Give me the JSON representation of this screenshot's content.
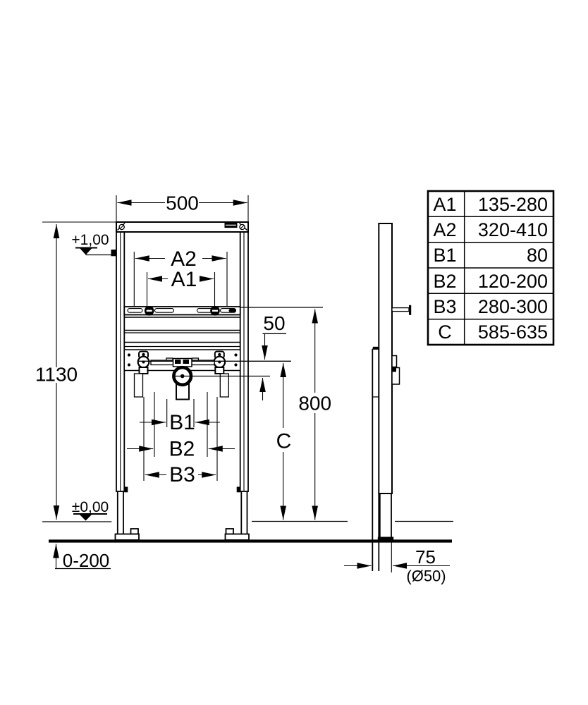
{
  "dims": {
    "width": "500",
    "height": "1130",
    "a2": "A2",
    "a1": "A1",
    "fifty": "50",
    "eight_hundred": "800",
    "b1": "B1",
    "b2": "B2",
    "b3": "B3",
    "c": "C",
    "level_top": "+1,00",
    "level_zero": "±0,00",
    "floor_range": "0-200",
    "wall_offset": "75",
    "pipe_dia": "(Ø50)"
  },
  "table": {
    "rows": [
      {
        "label": "A1",
        "value": "135-280"
      },
      {
        "label": "A2",
        "value": "320-410"
      },
      {
        "label": "B1",
        "value": "80"
      },
      {
        "label": "B2",
        "value": "120-200"
      },
      {
        "label": "B3",
        "value": "280-300"
      },
      {
        "label": "C",
        "value": "585-635"
      }
    ]
  },
  "colors": {
    "ink": "#000000",
    "paper": "#ffffff"
  }
}
